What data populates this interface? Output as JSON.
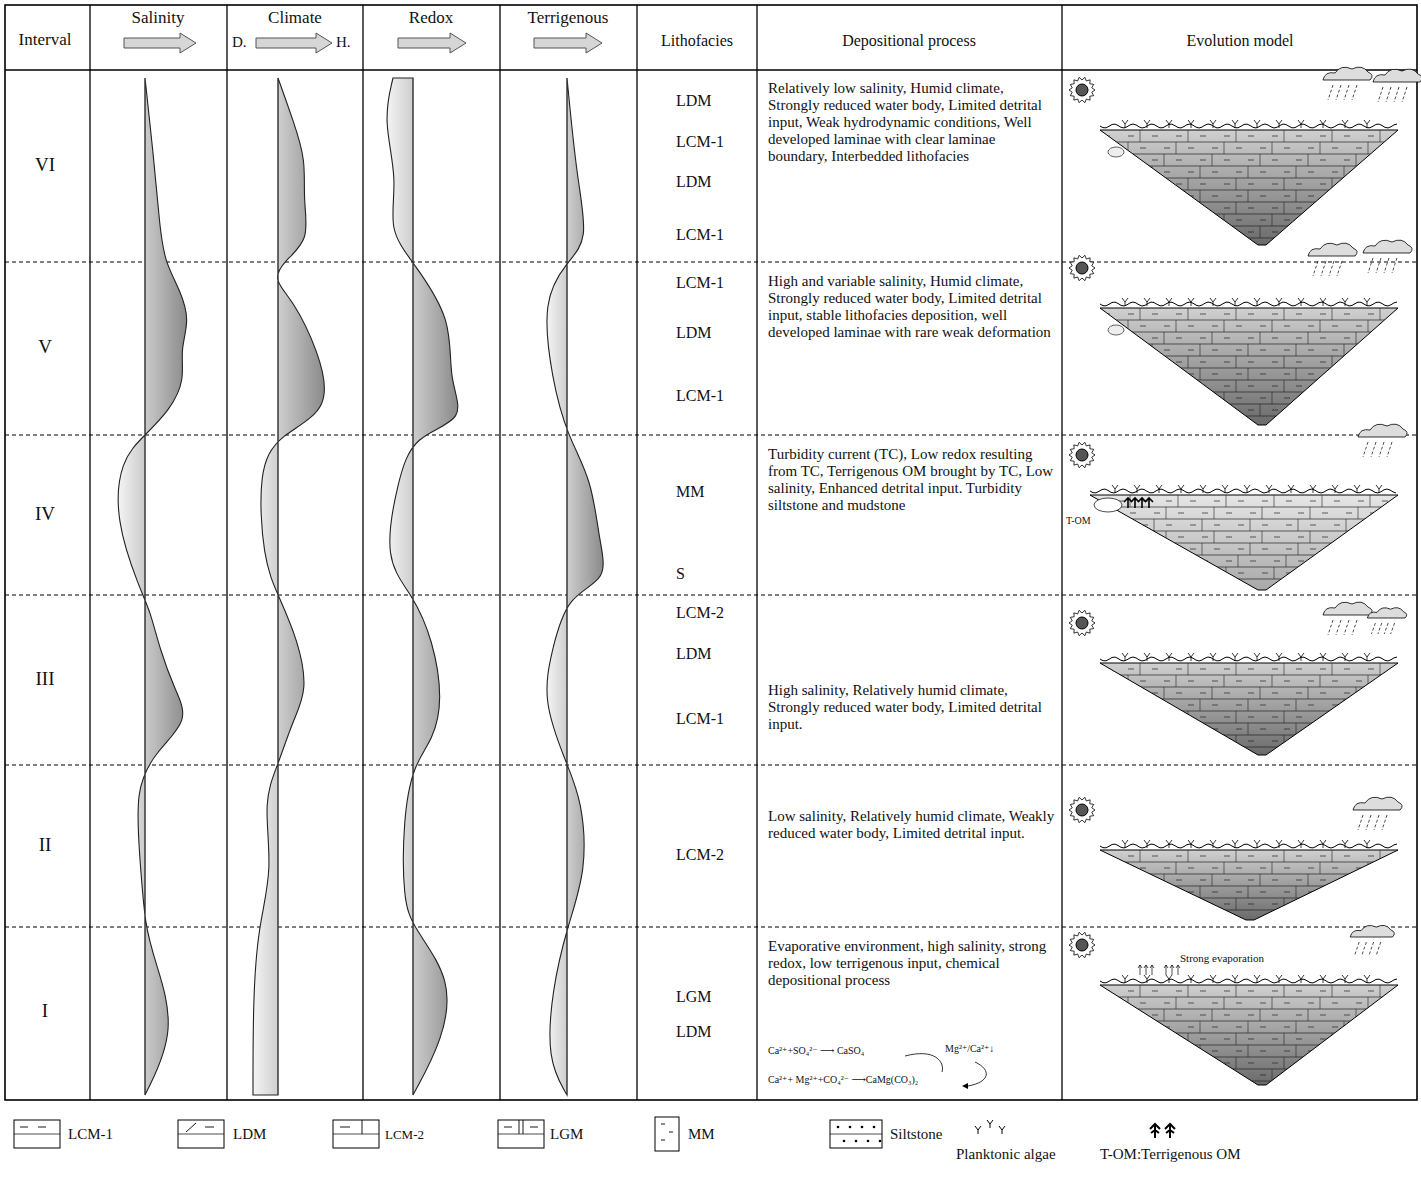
{
  "diagram": {
    "labels": [
      "Interval",
      "Salinity",
      "Climate",
      "D.",
      "H.",
      "Redox",
      "Terrigenous",
      "Lithofacies",
      "Depositional process",
      "Evolution model",
      "VI",
      "V",
      "IV",
      "III",
      "II",
      "I",
      "LDM",
      "LCM-1",
      "LDM",
      "LCM-1",
      "LCM-1",
      "LDM",
      "LCM-1",
      "MM",
      "S",
      "LCM-2",
      "LDM",
      "LCM-1",
      "LCM-2",
      "LGM",
      "LDM",
      "Relatively low salinity, Humid climate, Strongly reduced water body, Limited detrital input, Weak hydrodynamic conditions, Well developed laminae with clear laminae boundary, Interbedded lithofacies",
      "High and variable salinity, Humid climate, Strongly reduced water body, Limited detrital input, stable lithofacies deposition, well developed laminae with rare weak deformation",
      "Turbidity current (TC), Low redox resulting from TC, Terrigenous OM brought by TC, Low salinity, Enhanced detrital input. Turbidity siltstone and mudstone",
      "High salinity, Relatively humid climate, Strongly reduced water body, Limited detrital input.",
      "Low salinity, Relatively humid climate, Weakly reduced water body, Limited detrital input.",
      "Evaporative environment, high salinity, strong redox, low terrigenous input, chemical depositional process",
      "Ca²⁺+SO₄²⁻ ⟶ CaSO₄",
      "Mg²⁺/Ca²⁺↓",
      "Ca²⁺+ Mg²⁺+CO₄²⁻ ⟶CaMg(CO₃)₂",
      "Strong evaporation",
      "T-OM"
    ],
    "legend": [
      {
        "text": "LCM-1"
      },
      {
        "text": "LDM"
      },
      {
        "text": "LCM-2"
      },
      {
        "text": "LGM"
      },
      {
        "text": "MM"
      },
      {
        "text": "Siltstone"
      },
      {
        "text": "Planktonic algae"
      },
      {
        "text": "T-OM:Terrigenous OM"
      }
    ]
  }
}
